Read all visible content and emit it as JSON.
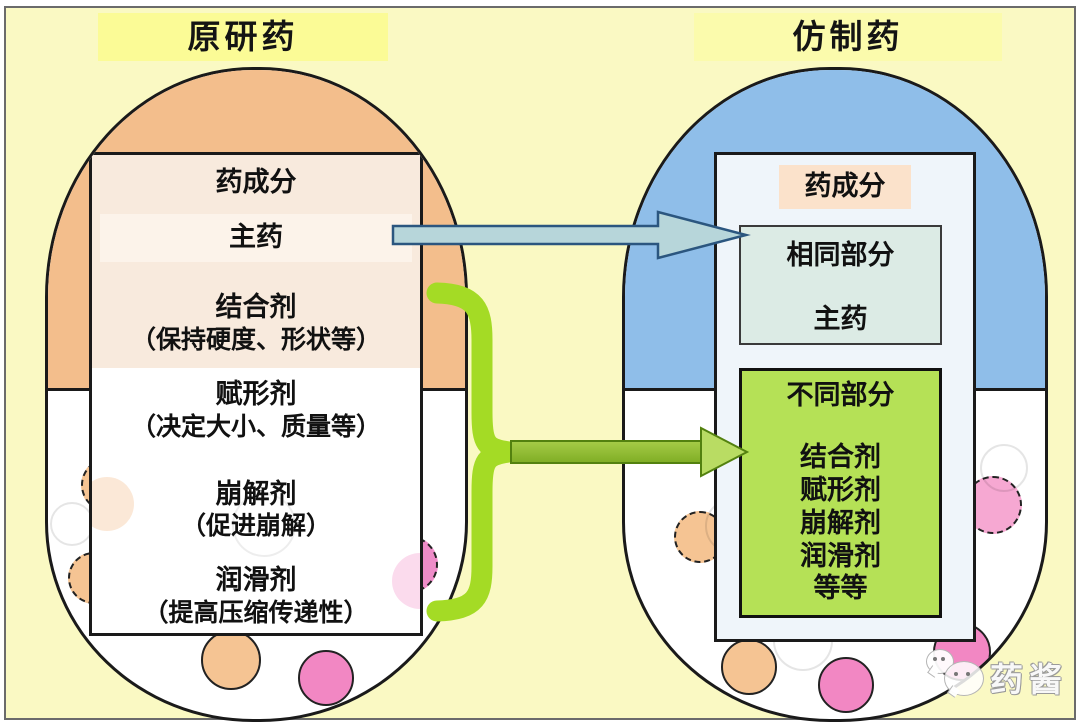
{
  "page": {
    "background": "#FAF9C3",
    "frame_border": "#6B6B6B"
  },
  "left_panel": {
    "title": "原研药",
    "title_bg": "#FBFB96",
    "capsule_top_color": "#F3BE8C",
    "box": {
      "top_section_bg": "#F8EADD",
      "main_drug_band_bg": "#FCF3EA",
      "items": [
        {
          "name": "药成分",
          "note": ""
        },
        {
          "name": "主药",
          "note": ""
        },
        {
          "name": "结合剂",
          "note": "（保持硬度、形状等）"
        },
        {
          "name": "赋形剂",
          "note": "（决定大小、质量等）"
        },
        {
          "name": "崩解剂",
          "note": "（促进崩解）"
        },
        {
          "name": "润滑剂",
          "note": "（提高压缩传递性）"
        }
      ]
    }
  },
  "right_panel": {
    "title": "仿制药",
    "title_bg": "#FBFBAC",
    "capsule_top_color": "#8FBEE9",
    "ingredient_label": "药成分",
    "ingredient_label_bg": "#FBE2CB",
    "same_box": {
      "bg": "#DCEBE5",
      "title": "相同部分",
      "item": "主药"
    },
    "diff_box": {
      "bg": "#B5E156",
      "title": "不同部分",
      "items": [
        "结合剂",
        "赋形剂",
        "崩解剂",
        "润滑剂",
        "等等"
      ]
    }
  },
  "arrows": {
    "same_arrow_fill": "#B7D6DA",
    "same_arrow_border": "#2B567F",
    "diff_arrow_shaft": "#8CBB30",
    "diff_arrow_head": "#B9DC63",
    "diff_arrow_border": "#53810F",
    "brace_color": "#A4DB25"
  },
  "palette": {
    "granule_orange": "#F5C493",
    "granule_pink": "#F287C3",
    "granule_magenta": "#EE8CC8",
    "granule_pink_light": "#F6A8D2"
  },
  "watermark": {
    "text": "药酱",
    "icon": "chat-bubbles-icon"
  }
}
